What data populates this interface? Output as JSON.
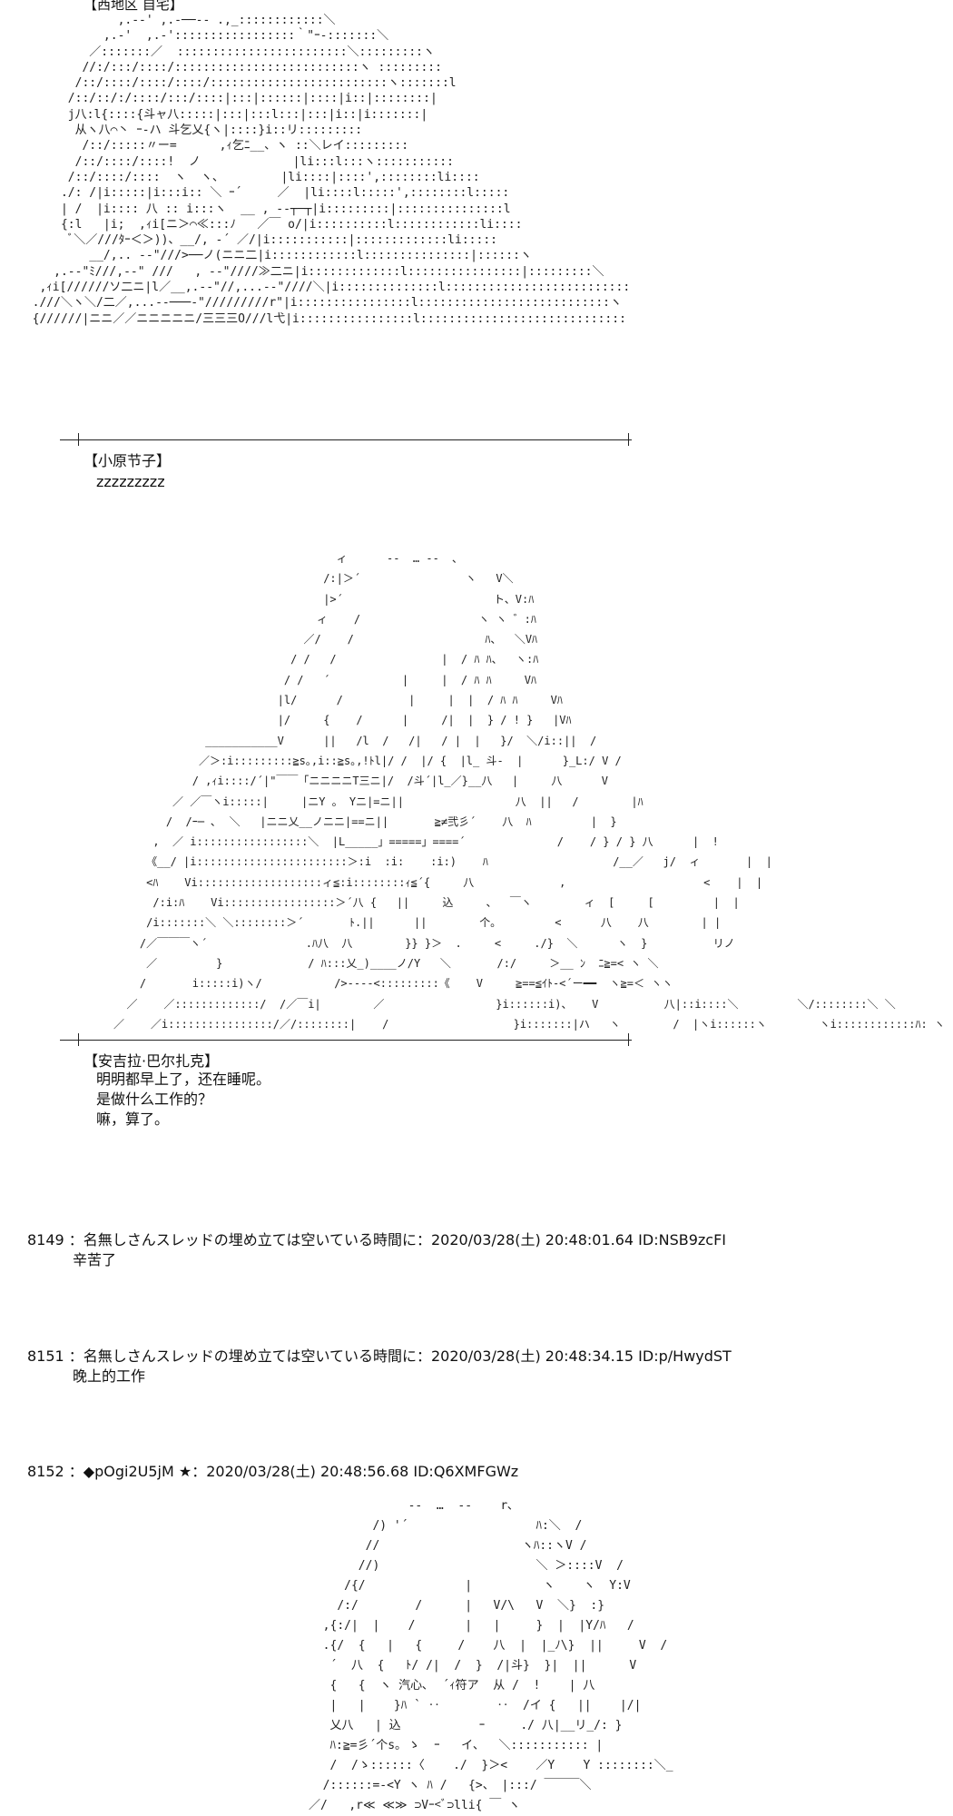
{
  "scene1": {
    "location": "【西地区 自宅】",
    "speaker": "【小原节子】",
    "line": "zzzzzzzzz",
    "art": [
      "              ,.-‐' ,.-──‐- .,_::::::::::::＼",
      "            ,.-'  ,.-':::::::::::::::::｀\"ｰ-:::::::＼",
      "          ／:::::::／  ::::::::::::::::::::::::＼:::::::::ヽ",
      "         //:/:::/::::/::::::::::::::::::::::::::ヽ :::::::::",
      "        /::/::::/::::/::::/:::::::::::::::::::::::::ヽ:::::::l",
      "       /::/::/:/::::/:::/::::|:::|::::::|::::|i::|::::::::|",
      "       j八:l{::::{斗ャ八:::::|:::|:::l:::|:::|i::|i:::::::|",
      "        从ヽ八⌒丶 ｰ-ハ 斗乞乂{ヽ|::::}i::リ:::::::::",
      "         /::/:::::〃ー=      ,ｨ乞ﾆ__、ヽ ::＼レイ:::::::::",
      "        /::/::::/::::!  ノ             |li:::l:::ヽ:::::::::::",
      "       /::/::::/::::  ヽ  ヽ、        |li::::|::::',::::::::li::::",
      "      ./: /|i:::::|i:::i:: ＼ ｰ´     ／  |li::::l:::::',::::::::l:::::",
      "      | /  |i:::: 八 :: i:::ヽ  __ , -‐┬─┬|i:::::::::|:::::::::::::::l",
      "      {:l   |i;  ,ｨi[ニ＞⌒≪:::ﾉ   ／￣ o/|i::::::::::l::::::::::::li::::",
      "       ﾞ＼／///ﾀｰ＜＞))、__/, -´ ／/|i:::::::::::|:::::::::::::li:::::",
      "          __/,.. -‐\"///>──ノ(ニニ二|i::::::::::::l:::::::::::::::|::::::ヽ",
      "     ,.-‐\"ﾐ///,-‐\" ///   , -‐\"////≫二ニ|i:::::::::::::l::::::::::::::::|:::::::::＼",
      "   ,ｨi[//////ソ二ニ|l／__,.-‐\"//,...-‐\"////＼|i::::::::::::::l::::::::::::::::::::::::::",
      "  .///＼ヽ＼/二／,...-‐───‐\"/////////r\"|i::::::::::::::::l:::::::::::::::::::::::::::ヽ",
      "  {//////|ニニ／／ニニニニニ/三三三O///l弋|i::::::::::::::::l:::::::::::::::::::::::::::::"
    ]
  },
  "scene2": {
    "speaker": "【安吉拉·巴尔扎克】",
    "lines": [
      "明明都早上了，还在睡呢。",
      "是做什么工作的？",
      "嘛，算了。"
    ],
    "art": [
      "                                           ィ      ‐-  … -‐  ､",
      "                                         /:|＞´                ヽ   V＼",
      "                                         |>´                       ト、V:ﾊ",
      "                                        ィ    /                  ヽ ヽ ゛:ﾊ",
      "                                      ／/    /                    ﾊ、  ＼Vﾊ",
      "                                    / /   /                |  / ﾊ ﾊ、  ヽ:ﾊ",
      "                                   / /   ´           |     |  / ﾊ ﾊ     Vﾊ",
      "                                  |l/      /          |     |  |  / ﾊ ﾊ     Vﾊ",
      "                                  |/     {    /      |     /|  |  } / ! }   |Vﾊ",
      "                       ___________V      ||   /l  /   /|   / |  |   }/  ＼/i::||  /",
      "                      ／＞:i:::::::::≧s｡,i::≧s｡,!ﾄl|/ /  |/ {  |l_ 斗-  |      }_L:/ V /",
      "                     / ,ｨi::::/´|\"￣￣「ニニニニT三ニ|/  /斗´|l_／}__八   |     八      V",
      "                  ／ ／￣ヽi:::::|     |ニY 。 Yニ|=ニ||                 八  ||   /        |ﾊ",
      "                 /  /ｰ─ ､  ＼   |ニニ乂__ノニニ|==ニ||       ≧≠弐彡´    八  ﾊ         |  }",
      "               ,  ／ i:::::::::::::::::＼  |L_____」=====」====´              /    / } / } 八      |  !",
      "              《__/ |i:::::::::::::::::::::::＞:i  :i:    :i:)    ﾊ                   /__／   j/  ィ       |  |",
      "              <ﾊ    Vi:::::::::::::::::::ィ≦:i::::::::ｨ≦´{     八             ,                     <    |  |",
      "               /:i:ﾊ    Vi:::::::::::::::::＞´八 {   ||     込     、  ￣ヽ        ィ  [     [         |  |",
      "              /i:::::::＼ ＼::::::::＞´       ﾄ.||      ||        个｡         <      八    八        | |",
      "             /／￣￣￣ヽ´               .ﾊ八  八        }} }＞  .     <     ./}  ＼      ヽ  }          リノ",
      "              ／         }             / ﾊ:::乂_)____ノ/Y   ＼       /:/     ＞__ ﾝ  ﾆ≧=< ヽ ＼",
      "             /       i:::::i)ヽ/           />----<:::::::::《    V     ≧==≦ｲﾄ-<´ー━━  ヽ≧=＜ ヽヽ",
      "           ／    ／:::::::::::::/  /／￣i|        ／                 }i::::::i)、   V          八|::i::::＼         ＼/::::::::＼ ＼",
      "         ／    ／i::::::::::::::::/／/::::::::|    /                   }i:::::::|ハ   ヽ        /  |ヽi::::::ヽ        ヽi::::::::::::ﾊ: ヽ"
    ]
  },
  "posts": [
    {
      "header": "8149 ：名無しさんスレッドの埋め立ては空いている時間に：2020/03/28(土) 20:48:01.64 ID:NSB9zcFI",
      "body": "辛苦了"
    },
    {
      "header": "8151 ：名無しさんスレッドの埋め立ては空いている時間に：2020/03/28(土) 20:48:34.15 ID:p/HwydST",
      "body": "晚上的工作"
    },
    {
      "header": "8152 ：◆pOgi2U5jM ★：2020/03/28(土) 20:48:56.68 ID:Q6XMFGWz",
      "body": ""
    }
  ],
  "scene3": {
    "art": [
      "                                     ‐-  …  -‐    r､",
      "                                /) '´                  ﾊ:＼  /",
      "                               //                    ヽﾊ::ヽV /",
      "                              //)                      ＼ ＞::::V  /",
      "                            /{/              |          ヽ    ヽ  Y:V",
      "                           /:/        /      |   V/\\   V  ＼}  :}",
      "                         ,{:/|  |    /       |   |     }  |  |Y/ﾊ   /",
      "                         .{/  {   |   {     /    八  |  |_ﾉ\\}  ||     V  /",
      "                          ´  八  {   ﾄ/ /|  /  }  /|斗}  }|  ||      V",
      "                          {   {  ヽ 汽心､  ´ｨ符ア  从 /  !    | 八",
      "                          |   |    }ﾊ ` ‥        ‥  /イ {   ||    |/|",
      "                          乂八   | 込           ｰ     ./ 八|__リ_/: }",
      "                          ﾊ:≧=彡´个s｡ ゝ  ｰ   イ、  ＼::::::::::: |",
      "                          /  /ゝ::::::〈    ./  }＞<    ／Y    Y ::::::::＼_",
      "                         /::::::=‐<Y ヽ ﾊ /   {>、 |:::/ ￣￣￣＼",
      "                       ／/   ,r≪ ≪≫ ⊃Vｰ<ﾞ⊃lli{ ￣ ヽ"
    ]
  }
}
